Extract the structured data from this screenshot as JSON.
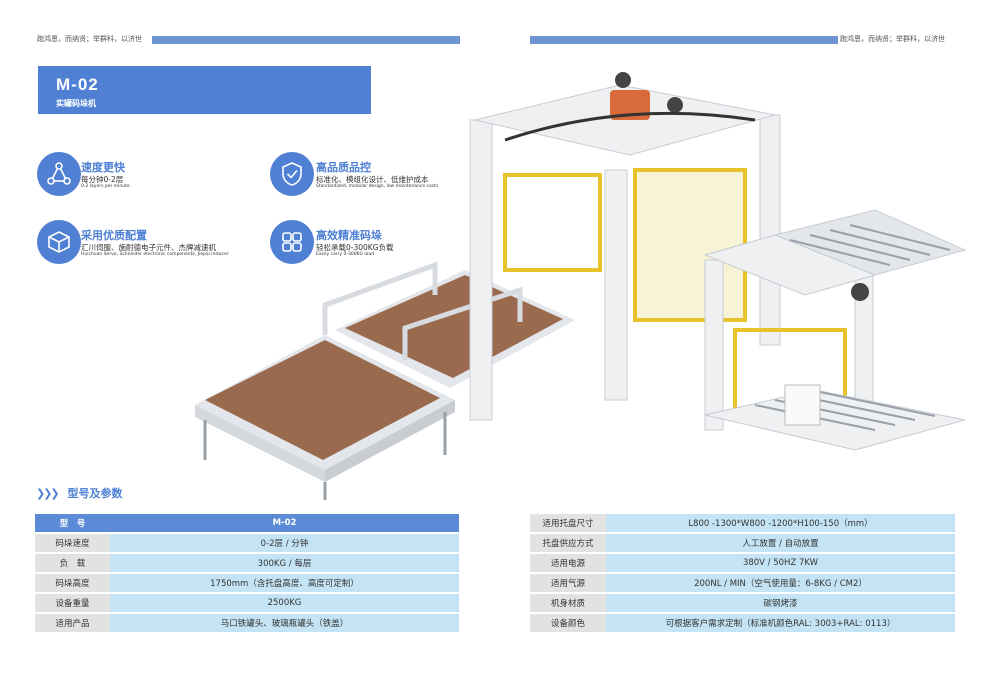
{
  "header": {
    "left_text": "跑鸿恩，而纳贤；举群科，以济世",
    "right_text": "跑鸿恩，而纳贤；举群科，以济世"
  },
  "title": {
    "model": "M-02",
    "subtitle": "实罐码垛机"
  },
  "features": [
    {
      "icon": "network-icon",
      "title": "速度更快",
      "desc": "每分钟0-2层",
      "en": "0-2 layers per minute"
    },
    {
      "icon": "shield-check-icon",
      "title": "高品质品控",
      "desc": "标准化、模组化设计、低维护成本",
      "en": "Standardized, modular design, low maintenance costs"
    },
    {
      "icon": "box-icon",
      "title": "采用优质配置",
      "desc": "汇川伺服、施耐德电子元件、杰牌减速机",
      "en": "Huichuan Servo, Schneider electronic components, Jiepai reducer"
    },
    {
      "icon": "grid-icon",
      "title": "高效精准码垛",
      "desc": "轻松承载0-300KG负载",
      "en": "Easily carry 0-300KG load"
    }
  ],
  "section_title": "型号及参数",
  "table_left": [
    {
      "k": "型　号",
      "v": "M-02",
      "head": true
    },
    {
      "k": "码垛速度",
      "v": "0-2层 / 分钟"
    },
    {
      "k": "负　载",
      "v": "300KG / 每层"
    },
    {
      "k": "码垛高度",
      "v": "1750mm（含托盘高度、高度可定制）"
    },
    {
      "k": "设备重量",
      "v": "2500KG"
    },
    {
      "k": "适用产品",
      "v": "马口铁罐头、玻璃瓶罐头（铁盖）"
    }
  ],
  "table_right": [
    {
      "k": "适用托盘尺寸",
      "v": "L800 -1300*W800 -1200*H100-150（mm）"
    },
    {
      "k": "托盘供应方式",
      "v": "人工放置 / 自动放置"
    },
    {
      "k": "适用电源",
      "v": "380V / 50HZ  7KW"
    },
    {
      "k": "适用气源",
      "v": "200NL / MIN（空气使用量：6-8KG / CM2）"
    },
    {
      "k": "机身材质",
      "v": "碳钢烤漆"
    },
    {
      "k": "设备颜色",
      "v": "可根据客户需求定制（标准机颜色RAL: 3003+RAL: 0113）"
    }
  ],
  "colors": {
    "accent": "#4f80d3",
    "value_cell": "#c4e4f5",
    "key_cell": "#e2e2e2",
    "yellow_guard": "#e8c22a",
    "belt": "#9a6a4e"
  }
}
